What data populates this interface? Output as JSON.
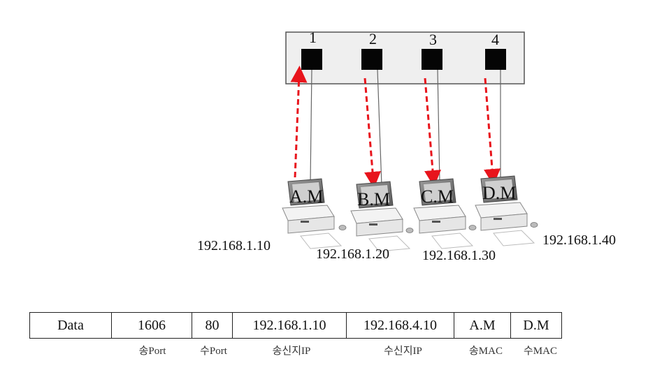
{
  "switch": {
    "ports": [
      "1",
      "2",
      "3",
      "4"
    ]
  },
  "hosts": [
    {
      "name": "A.M",
      "ip": "192.168.1.10"
    },
    {
      "name": "B.M",
      "ip": "192.168.1.20"
    },
    {
      "name": "C.M",
      "ip": "192.168.1.30"
    },
    {
      "name": "D.M",
      "ip": "192.168.1.40"
    }
  ],
  "arrows": [
    {
      "port": "1",
      "direction": "up"
    },
    {
      "port": "2",
      "direction": "down"
    },
    {
      "port": "3",
      "direction": "down"
    },
    {
      "port": "4",
      "direction": "down"
    }
  ],
  "packet": {
    "cells": [
      "Data",
      "1606",
      "80",
      "192.168.1.10",
      "192.168.4.10",
      "A.M",
      "D.M"
    ],
    "fields": [
      "",
      "송Port",
      "수Port",
      "송신지IP",
      "수신지IP",
      "송MAC",
      "수MAC"
    ]
  },
  "colors": {
    "arrow": "#e8141c",
    "switch_fill": "#efefef",
    "port_fill": "#050505"
  }
}
